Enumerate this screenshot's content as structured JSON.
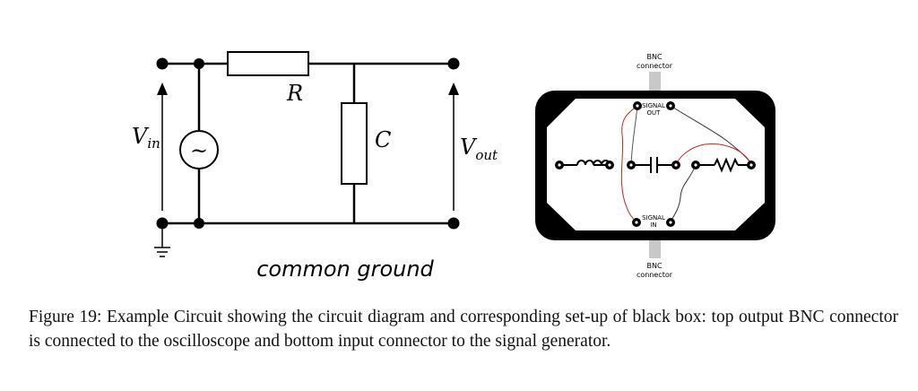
{
  "circuit": {
    "r_label": "R",
    "c_label": "C",
    "vin_main": "V",
    "vin_sub": "in",
    "vout_main": "V",
    "vout_sub": "out",
    "source_symbol": "~",
    "ground_label": "common ground"
  },
  "blackbox": {
    "top_connector_line1": "BNC",
    "top_connector_line2": "connector",
    "bottom_connector_line1": "BNC",
    "bottom_connector_line2": "connector",
    "signal_out_line1": "SIGNAL",
    "signal_out_line2": "OUT",
    "signal_in_line1": "SIGNAL",
    "signal_in_line2": "IN",
    "colors": {
      "case": "#000000",
      "wire_red": "#cc2222",
      "wire_black": "#333333",
      "connector": "#c8c8c8"
    }
  },
  "caption": {
    "text": "Figure 19: Example Circuit showing the circuit diagram and corresponding set-up of black box: top output BNC connector is connected to the oscilloscope and bottom input connector to the signal generator."
  }
}
